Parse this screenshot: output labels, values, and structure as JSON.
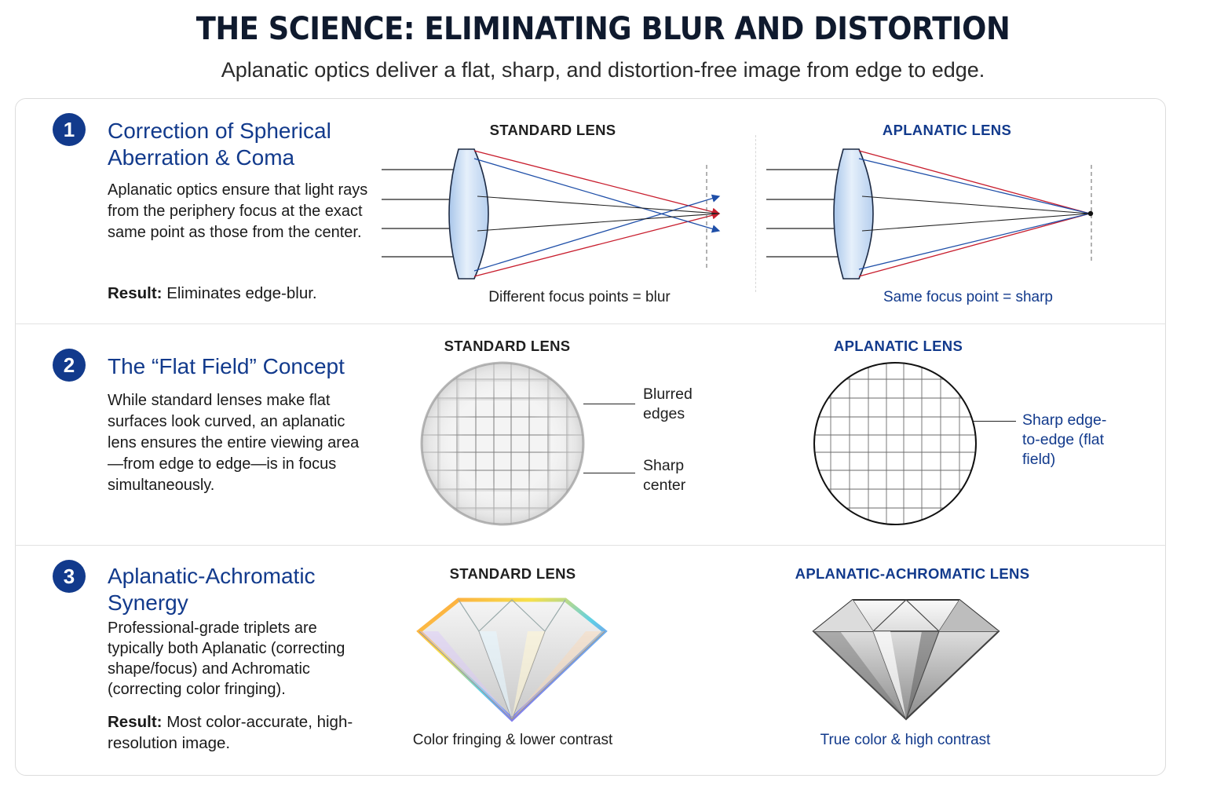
{
  "header": {
    "title": "THE SCIENCE: ELIMINATING BLUR AND DISTORTION",
    "subtitle": "Aplanatic optics deliver a flat, sharp, and distortion-free image from edge to edge."
  },
  "sections": [
    {
      "number": "1",
      "title": "Correction of Spherical Aberration & Coma",
      "body": "Aplanatic optics ensure that light rays from the periphery focus at the exact same point as those from the center.",
      "result_label": "Result:",
      "result_text": "Eliminates edge-blur.",
      "left_panel": {
        "label": "STANDARD LENS",
        "caption": "Different focus points = blur"
      },
      "right_panel": {
        "label": "APLANATIC LENS",
        "caption": "Same focus point = sharp"
      }
    },
    {
      "number": "2",
      "title": "The “Flat Field” Concept",
      "body": "While standard lenses make flat surfaces look curved, an aplanatic lens ensures the entire viewing area—from edge to edge—is in focus simultaneously.",
      "left_panel": {
        "label": "STANDARD LENS",
        "callout_top": "Blurred edges",
        "callout_bottom": "Sharp center"
      },
      "right_panel": {
        "label": "APLANATIC LENS",
        "callout": "Sharp edge-to-edge (flat field)"
      }
    },
    {
      "number": "3",
      "title": "Aplanatic-Achromatic Synergy",
      "body": "Professional-grade triplets are typically both Aplanatic (correcting shape/focus) and Achromatic (correcting color fringing).",
      "result_label": "Result:",
      "result_text": "Most color-accurate, high-resolution image.",
      "left_panel": {
        "label": "STANDARD LENS",
        "caption": "Color fringing & lower contrast"
      },
      "right_panel": {
        "label": "APLANATIC-ACHROMATIC LENS",
        "caption": "True color & high contrast"
      }
    }
  ],
  "colors": {
    "accent": "#123a8c",
    "ray_red": "#c81e2e",
    "ray_blue": "#1f4fa8",
    "lens_fill": "#cfe0f5"
  }
}
